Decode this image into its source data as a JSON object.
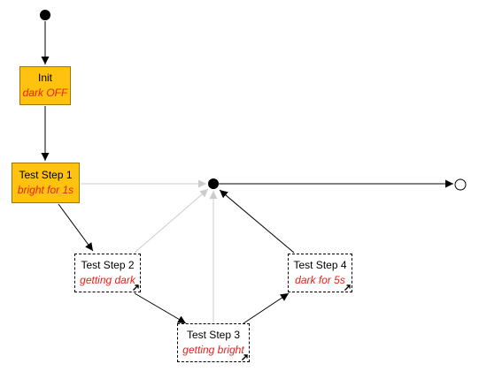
{
  "colors": {
    "state_fill": "#ffc20e",
    "substep_text": "#e8201b",
    "edge_active": "#000000",
    "edge_inactive": "#cccccc"
  },
  "nodes": {
    "init": {
      "title": "Init",
      "subtitle": "dark OFF"
    },
    "step1": {
      "title": "Test Step 1",
      "subtitle": "bright for 1s"
    },
    "step2": {
      "title": "Test Step 2",
      "subtitle": "getting dark",
      "corner_icon": "link-arrow-icon"
    },
    "step3": {
      "title": "Test Step 3",
      "subtitle": "getting bright",
      "corner_icon": "link-arrow-icon"
    },
    "step4": {
      "title": "Test Step 4",
      "subtitle": "dark for 5s",
      "corner_icon": "link-arrow-icon"
    }
  },
  "edges": [
    {
      "from": "start",
      "to": "init",
      "state": "active"
    },
    {
      "from": "init",
      "to": "step1",
      "state": "active"
    },
    {
      "from": "step1",
      "to": "step2",
      "state": "active"
    },
    {
      "from": "step2",
      "to": "step3",
      "state": "active"
    },
    {
      "from": "step3",
      "to": "step4",
      "state": "active"
    },
    {
      "from": "step4",
      "to": "junction",
      "state": "active"
    },
    {
      "from": "junction",
      "to": "end",
      "state": "active"
    },
    {
      "from": "step1",
      "to": "junction",
      "state": "inactive"
    },
    {
      "from": "step2",
      "to": "junction",
      "state": "inactive"
    },
    {
      "from": "step3",
      "to": "junction",
      "state": "inactive"
    }
  ]
}
